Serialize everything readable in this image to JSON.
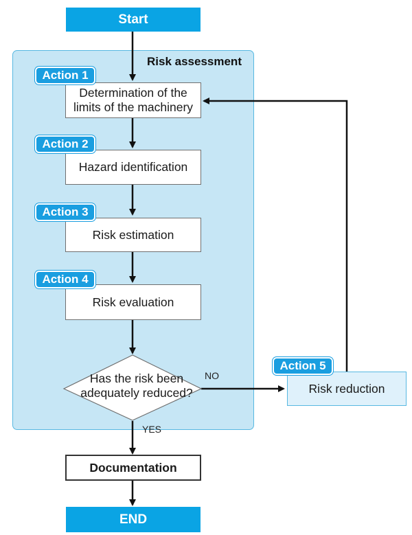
{
  "terminals": {
    "start": "Start",
    "end": "END"
  },
  "group_title": "Risk assessment",
  "actions": [
    {
      "badge": "Action 1",
      "label": "Determination of the limits of the machinery"
    },
    {
      "badge": "Action 2",
      "label": "Hazard identification"
    },
    {
      "badge": "Action 3",
      "label": "Risk estimation"
    },
    {
      "badge": "Action 4",
      "label": "Risk evaluation"
    },
    {
      "badge": "Action 5",
      "label": "Risk reduction"
    }
  ],
  "decision": {
    "question": "Has the risk been adequately reduced?",
    "no_label": "NO",
    "yes_label": "YES"
  },
  "documentation": "Documentation",
  "colors": {
    "accent": "#0aa4e4",
    "badge": "#1a9ee0",
    "group_fill": "#c6e6f5",
    "reduction_fill": "#dff1fb"
  }
}
